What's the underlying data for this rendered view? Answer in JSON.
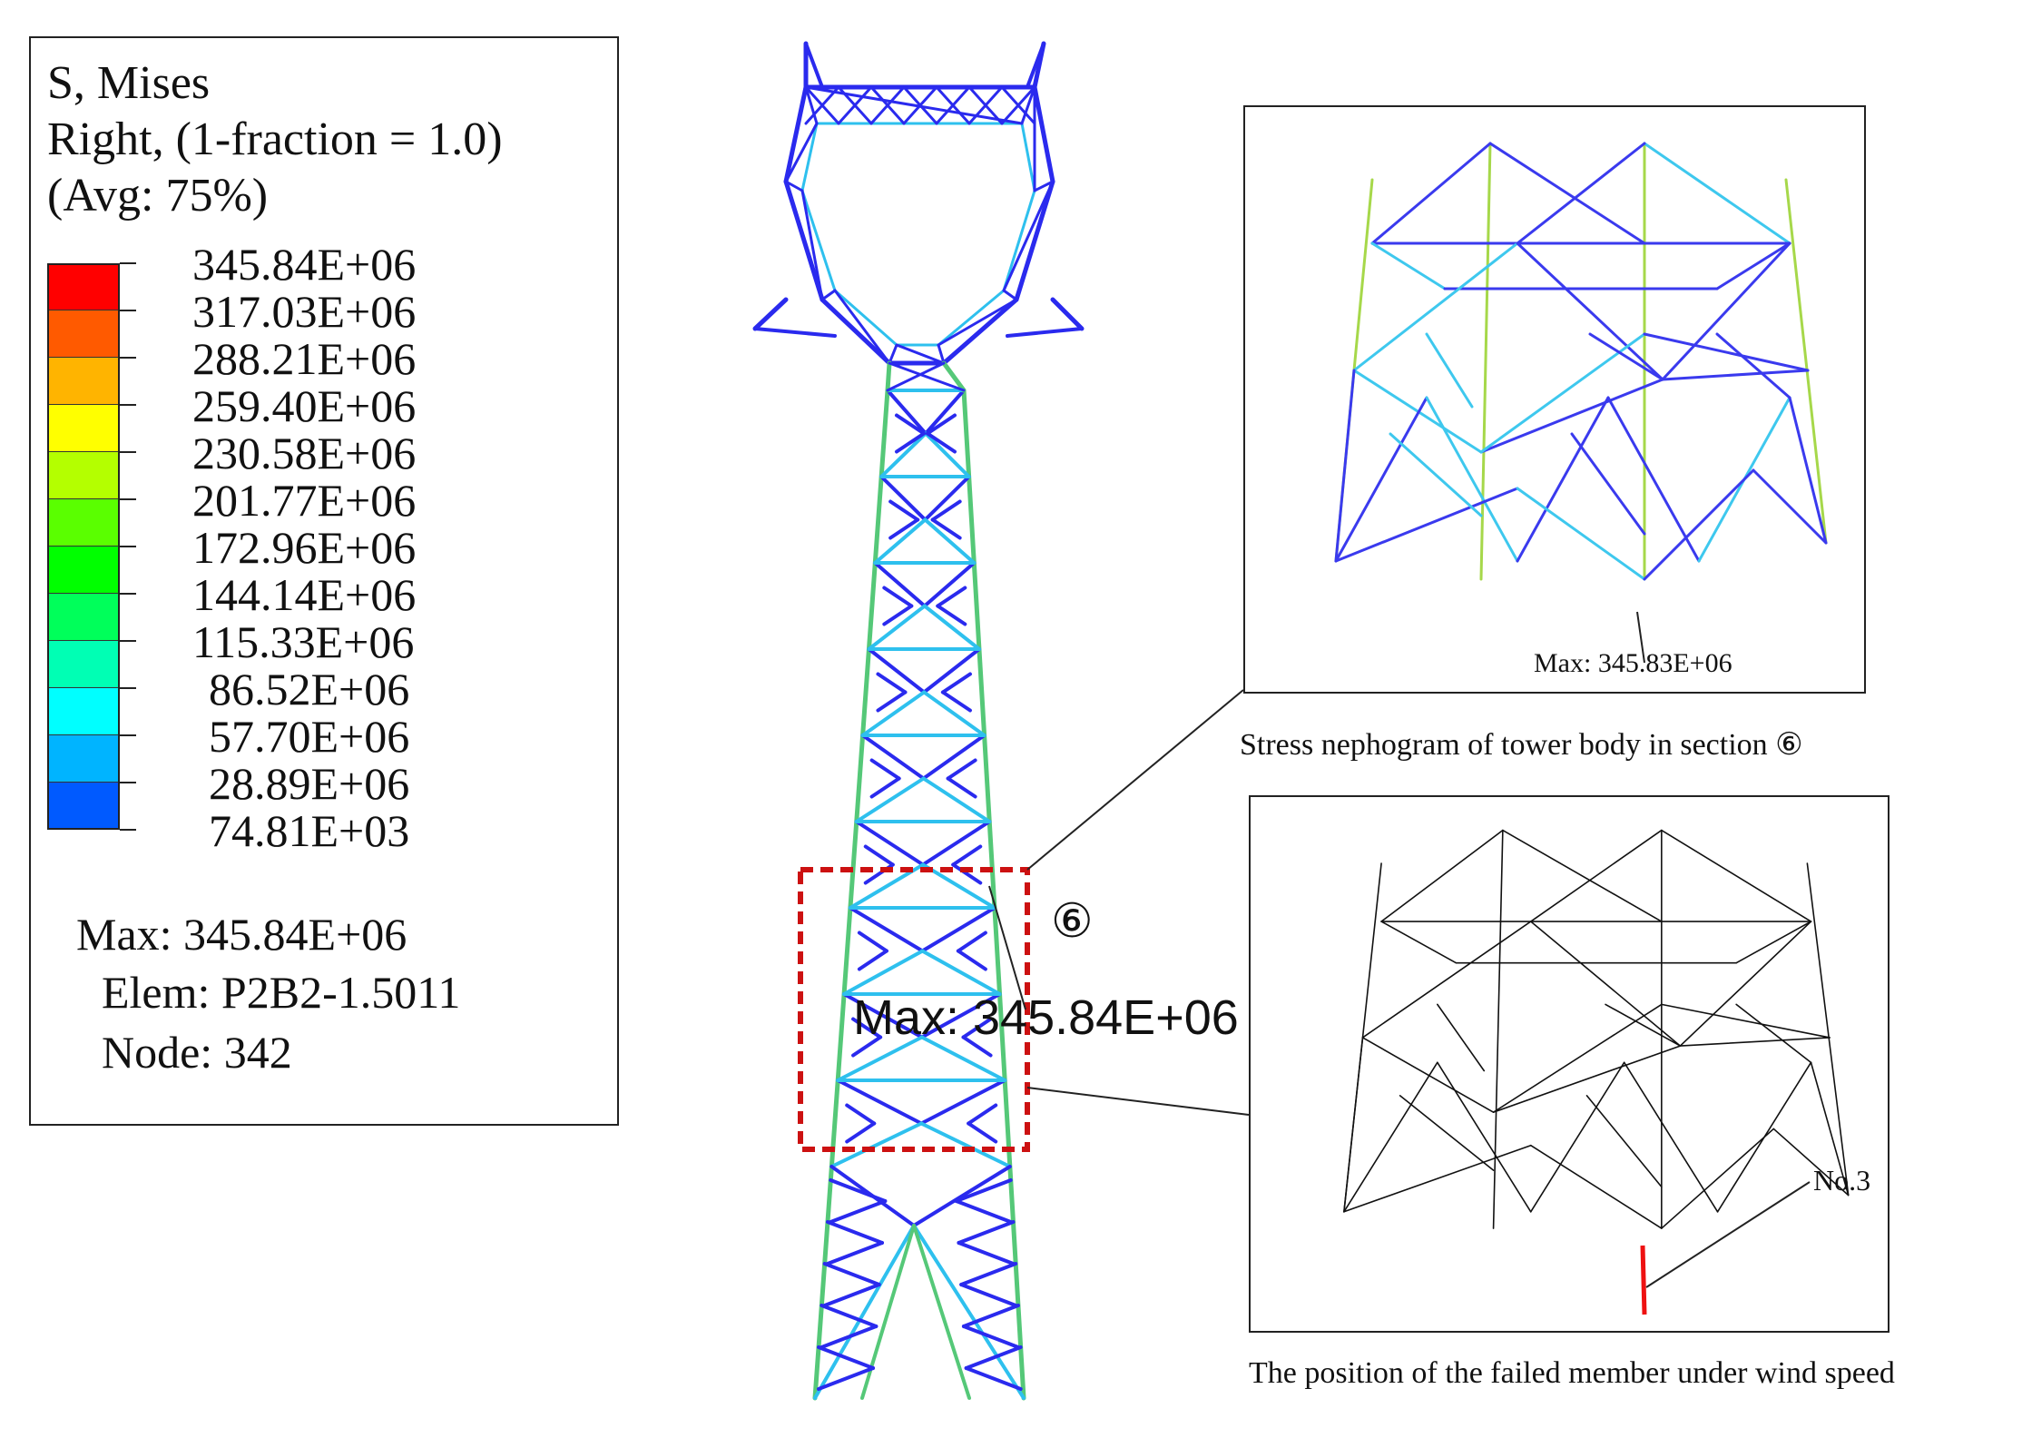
{
  "legend": {
    "title_lines": [
      "S, Mises",
      "Right, (1-fraction = 1.0)",
      "(Avg: 75%)"
    ],
    "scale": [
      {
        "label": "345.84E+06",
        "color": "#ff0000"
      },
      {
        "label": "317.03E+06",
        "color": "#ff5a00"
      },
      {
        "label": "288.21E+06",
        "color": "#ffb400"
      },
      {
        "label": "259.40E+06",
        "color": "#ffff00"
      },
      {
        "label": "230.58E+06",
        "color": "#b4ff00"
      },
      {
        "label": "201.77E+06",
        "color": "#5aff00"
      },
      {
        "label": "172.96E+06",
        "color": "#00ff00"
      },
      {
        "label": "144.14E+06",
        "color": "#00ff5a"
      },
      {
        "label": "115.33E+06",
        "color": "#00ffb4"
      },
      {
        "label": "86.52E+06",
        "color": "#00ffff"
      },
      {
        "label": "57.70E+06",
        "color": "#00b4ff"
      },
      {
        "label": "28.89E+06",
        "color": "#005aff"
      },
      {
        "label": "74.81E+03",
        "color": "#0000ff"
      }
    ],
    "max_line": "Max: 345.84E+06",
    "elem_line": "Elem: P2B2-1.5011",
    "node_line": "Node: 342"
  },
  "tower": {
    "section_marker": "⑥",
    "max_annotation": "Max: 345.84E+06"
  },
  "inset_top": {
    "max_label": "Max: 345.83E+06",
    "caption": "Stress nephogram of tower body in section ⑥"
  },
  "inset_bottom": {
    "member_label": "No.3",
    "caption": "The position of the failed member under wind speed"
  },
  "colors": {
    "member_main": "#2a2aee",
    "member_light": "#2ec0ee",
    "highlight_box": "#cc1111",
    "failed_member": "#ee1111"
  }
}
